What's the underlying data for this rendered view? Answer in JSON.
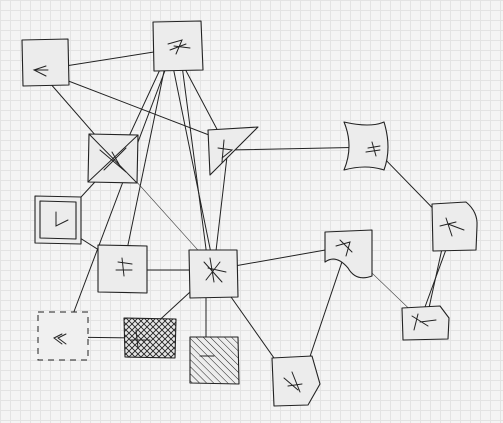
{
  "diagram": {
    "kind": "hand-drawn node graph",
    "colors": {
      "background": "#f4f4f4",
      "grid": "#e3e3e3",
      "stroke": "#222222",
      "fill": "#ececec"
    },
    "node_count": 16,
    "edge_count": 21,
    "labels": []
  }
}
